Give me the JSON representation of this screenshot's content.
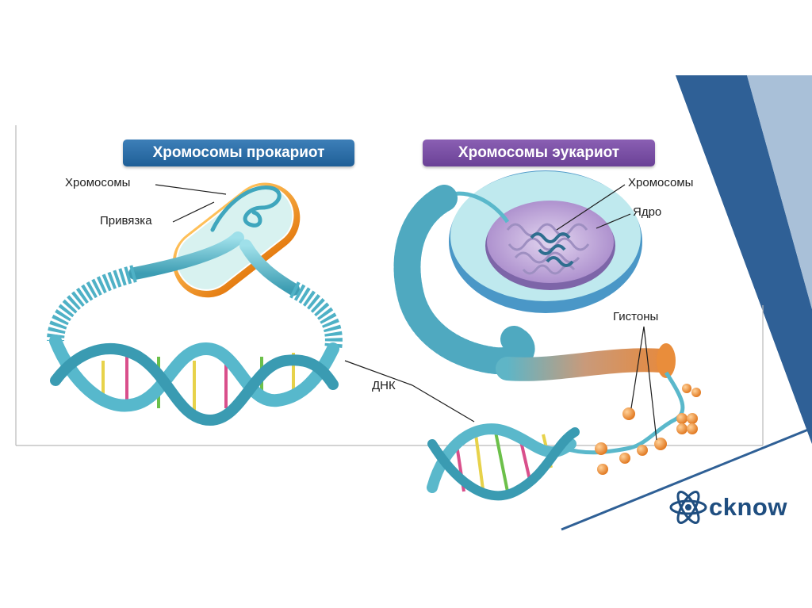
{
  "headers": {
    "prokaryote": "Хромосомы прокариот",
    "eukaryote": "Хромосомы эукариот"
  },
  "labels": {
    "pro_chromosomes": "Хромосомы",
    "pro_attachment": "Привязка",
    "euk_chromosomes": "Хромосомы",
    "euk_nucleus": "Ядро",
    "histones": "Гистоны",
    "dna": "ДНК"
  },
  "logo": {
    "text": "cknow",
    "icon": "atom-icon"
  },
  "colors": {
    "prokaryote_header": "#2a6aa4",
    "eukaryote_header": "#7a4fa6",
    "dna_strand": "#5bbfd0",
    "cell_wall": "#f39a28",
    "nucleus": "#c7b3e0",
    "histone": "#f2922e",
    "dark_band": "#2e5f95",
    "light_band": "#a9c0d8"
  }
}
